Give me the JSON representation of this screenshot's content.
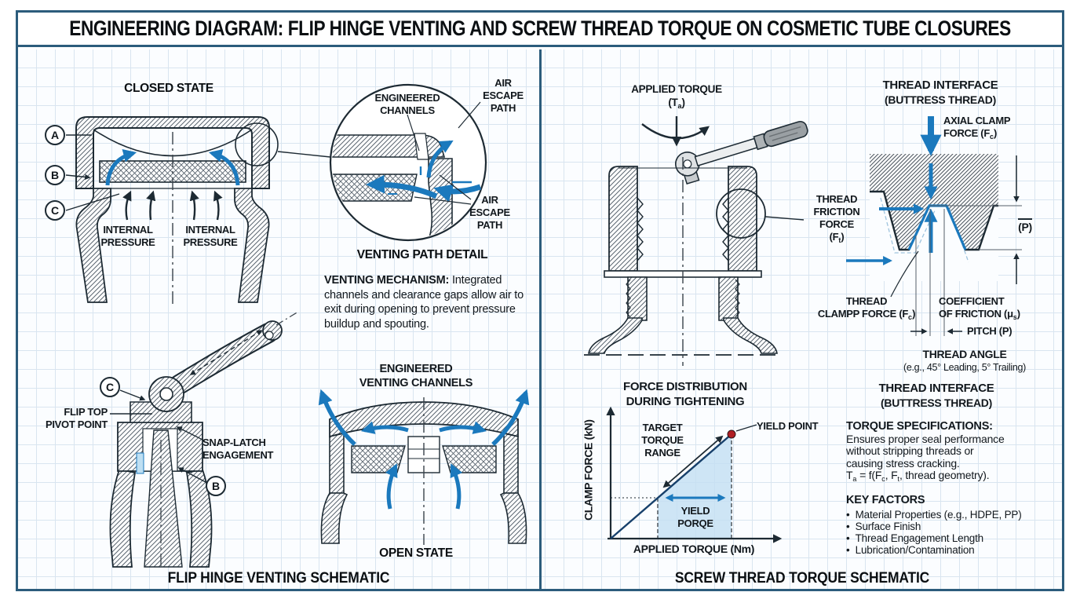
{
  "title": "ENGINEERING DIAGRAM: FLIP HINGE VENTING AND SCREW THREAD TORQUE ON COSMETIC TUBE CLOSURES",
  "colors": {
    "frame": "#2c5c7c",
    "grid": "#d9e5f0",
    "ink": "#1d2a33",
    "accent_blue": "#1b79bd",
    "shade_blue": "#c3def2",
    "yield_red": "#b01e23"
  },
  "left_panel": {
    "caption": "FLIP HINGE VENTING SCHEMATIC",
    "callouts": {
      "a": "A",
      "b": "B",
      "c": "C"
    },
    "closed_state": {
      "heading": "CLOSED STATE",
      "internal_pressure": [
        "INTERNAL",
        "PRESSURE"
      ]
    },
    "venting_detail": {
      "heading": "VENTING PATH DETAIL",
      "engineered_channels": [
        "ENGINEERED",
        "CHANNELS"
      ],
      "air_escape": [
        "AIR",
        "ESCAPE",
        "PATH"
      ]
    },
    "venting_mechanism": {
      "lead": "VENTING MECHANISM:",
      "body": "Integrated channels and clearance gaps allow air to exit during opening to prevent pressure buildup and spouting."
    },
    "hinge": {
      "flip_top": [
        "FLIP TOP",
        "PIVOT POINT"
      ],
      "snap_latch": [
        "SNAP-LATCH",
        "ENGAGEMENT"
      ]
    },
    "open_state": {
      "heading": [
        "ENGINEERED",
        "VENTING CHANNELS"
      ],
      "caption": "OPEN STATE"
    }
  },
  "right_panel": {
    "caption": "SCREW THREAD TORQUE SCHEMATIC",
    "applied_torque": {
      "line1": "APPLIED TORQUE",
      "t_pre": "(T",
      "t_sub": "a",
      "t_post": ")"
    },
    "thread_interface": {
      "line1": "THREAD INTERFACE",
      "line2": "(BUTTRESS THREAD)"
    },
    "axial_clamp": {
      "line1": "AXIAL CLAMP",
      "f_pre": "FORCE (F",
      "f_sub": "c",
      "f_post": ")"
    },
    "pitch_dim": "(P)",
    "thread_friction": {
      "lines": [
        "THREAD",
        "FRICTION",
        "FORCE"
      ],
      "f_pre": "(F",
      "f_sub": "t",
      "f_post": ")"
    },
    "thread_clamp": {
      "line1": "THREAD",
      "f_pre": "CLAMPP FORCE (F",
      "f_sub": "c",
      "f_post": ")"
    },
    "coefficient": {
      "line1": "COEFFICIENT",
      "f_pre": "OF FRICTION (μ",
      "f_sub": "s",
      "f_post": ")"
    },
    "pitch_label": "PITCH (P)",
    "thread_angle": {
      "line1": "THREAD ANGLE",
      "line2": "(e.g., 45° Leading, 5° Trailing)"
    },
    "torque_specs": {
      "heading": "TORQUE SPECIFICATIONS:",
      "lines": [
        "Ensures proper seal performance",
        "without stripping threads or",
        "causing stress cracking."
      ],
      "formula": [
        "T",
        "a",
        " = f(F",
        "c",
        ", F",
        "t",
        ", thread geometry)."
      ]
    },
    "key_factors": {
      "heading": "KEY FACTORS",
      "bullet": "•",
      "items": [
        "Material Properties (e.g., HDPE, PP)",
        "Surface Finish",
        "Thread Engagement Length",
        "Lubrication/Contamination"
      ]
    }
  },
  "chart_data": {
    "type": "line",
    "title": "FORCE DISTRIBUTION DURING TIGHTENING",
    "xlabel": "APPLIED TORQUE (Nm)",
    "ylabel": "CLAMP FORCE (kN)",
    "x_range_normalized": [
      0,
      1.15
    ],
    "y_range_normalized": [
      0,
      1.15
    ],
    "series": [
      {
        "name": "clamp force vs applied torque",
        "points": [
          [
            0,
            0
          ],
          [
            1.0,
            1.0
          ]
        ],
        "shape": "linear through origin"
      }
    ],
    "yield_point_normalized": [
      1.0,
      1.0
    ],
    "target_torque_range_normalized": [
      0.39,
      1.0
    ],
    "shaded_region": "under line between target-range start and yield point",
    "grid": false,
    "tick_labels": [],
    "annotations": [
      "TARGET TORQUE RANGE",
      "YIELD POINT",
      "YIELD PORQE"
    ]
  }
}
